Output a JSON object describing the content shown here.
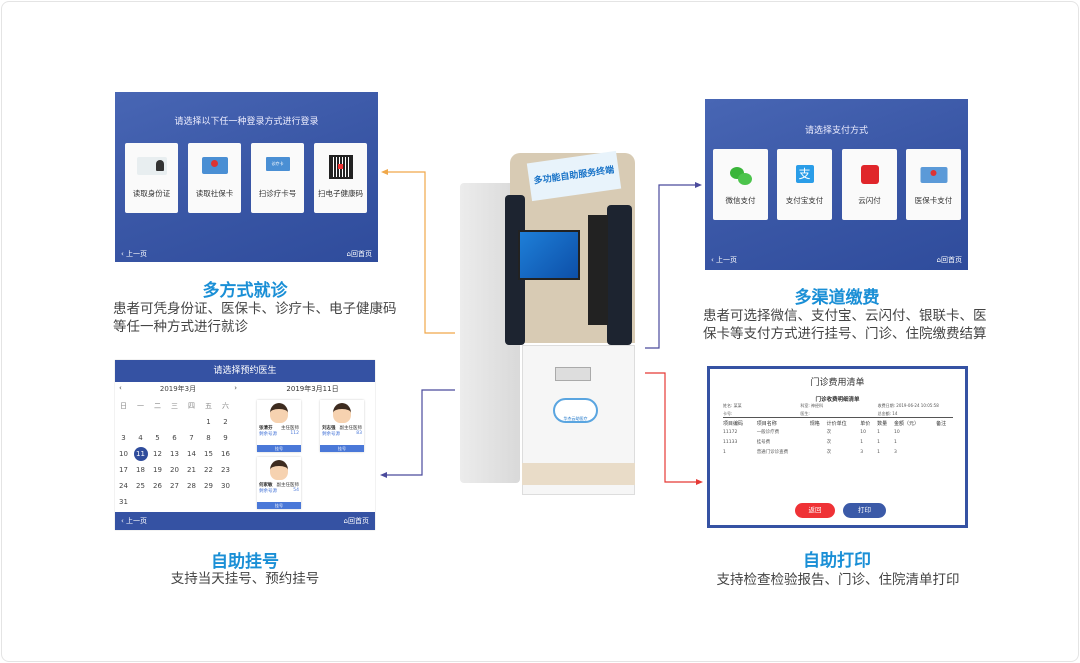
{
  "login_screen": {
    "title": "请选择以下任一种登录方式进行登录",
    "options": [
      "读取身份证",
      "读取社保卡",
      "扫诊疗卡号",
      "扫电子健康码"
    ],
    "back": "上一页",
    "home": "回首页",
    "card_icon_text": "诊疗卡"
  },
  "login_caption": {
    "title": "多方式就诊",
    "lines": [
      "患者可凭身份证、医保卡、诊疗卡、电子健康码",
      "等任一种方式进行就诊"
    ]
  },
  "pay_screen": {
    "title": "请选择支付方式",
    "options": [
      "微信支付",
      "支付宝支付",
      "云闪付",
      "医保卡支付"
    ],
    "back": "上一页",
    "home": "回首页",
    "alipay_glyph": "支"
  },
  "pay_caption": {
    "title": "多渠道缴费",
    "lines": [
      "患者可选择微信、支付宝、云闪付、银联卡、医",
      "保卡等支付方式进行挂号、门诊、住院缴费结算"
    ]
  },
  "register_screen": {
    "title": "请选择预约医生",
    "month": "2019年3月",
    "prev": "‹",
    "next": "›",
    "selected_date": "2019年3月11日",
    "weekdays": [
      "日",
      "一",
      "二",
      "三",
      "四",
      "五",
      "六"
    ],
    "selected_day": "11",
    "weeks": [
      [
        "",
        "",
        "",
        "",
        "",
        "1",
        "2"
      ],
      [
        "3",
        "4",
        "5",
        "6",
        "7",
        "8",
        "9"
      ],
      [
        "10",
        "11",
        "12",
        "13",
        "14",
        "15",
        "16"
      ],
      [
        "17",
        "18",
        "19",
        "20",
        "21",
        "22",
        "23"
      ],
      [
        "24",
        "25",
        "26",
        "27",
        "28",
        "29",
        "30"
      ],
      [
        "31",
        "",
        "",
        "",
        "",
        "",
        ""
      ]
    ],
    "doctors": [
      {
        "name": "张清芬",
        "title": "主任医师",
        "dept": "剩余号源",
        "count": "112",
        "action": "挂号"
      },
      {
        "name": "刘志强",
        "title": "副主任医师",
        "dept": "剩余号源",
        "count": "83",
        "action": "挂号"
      },
      {
        "name": "何家敏",
        "title": "副主任医师",
        "dept": "剩余号源",
        "count": "54",
        "action": "挂号"
      }
    ],
    "back": "上一页",
    "home": "回首页"
  },
  "register_caption": {
    "title": "自助挂号",
    "lines": [
      "支持当天挂号、预约挂号"
    ]
  },
  "print_screen": {
    "title": "门诊费用清单",
    "subtitle": "门诊收费明细清单",
    "info": [
      "姓名: 某某",
      "科室: 神经科",
      "收费日期: 2019-06-24 10:05:58",
      "卡号:",
      "医生:",
      "总金额: 14"
    ],
    "headers": [
      "项目编码",
      "项目名称",
      "规格",
      "计价单位",
      "单价",
      "数量",
      "金额（元）",
      "备注"
    ],
    "rows": [
      [
        "11172",
        "一般诊疗费",
        "",
        "次",
        "10",
        "1",
        "10",
        ""
      ],
      [
        "11133",
        "挂号费",
        "",
        "次",
        "1",
        "1",
        "1",
        ""
      ],
      [
        "1",
        "普通门诊诊查费",
        "",
        "次",
        "3",
        "1",
        "3",
        ""
      ]
    ],
    "back_btn": "返回",
    "print_btn": "打印"
  },
  "print_caption": {
    "title": "自助打印",
    "lines": [
      "支持检查检验报告、门诊、住院清单打印"
    ]
  },
  "kiosk": {
    "sign": "多功能自助服务终端",
    "logo": "华杰云助医疗"
  },
  "colors": {
    "panel_blue": "#3a57a6",
    "caption_blue": "#1a8fd6",
    "arrow_orange": "#f0a84a",
    "arrow_purple": "#4a4a9c",
    "arrow_red": "#e53935"
  }
}
